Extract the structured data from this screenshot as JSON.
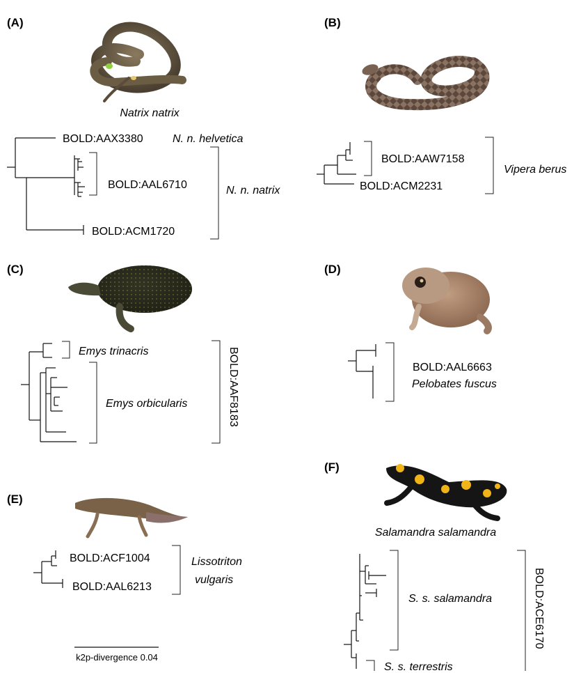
{
  "panels": {
    "A": {
      "label": "(A)",
      "species": "Natrix natrix",
      "otus": [
        "BOLD:AAX3380",
        "BOLD:AAL6710",
        "BOLD:ACM1720"
      ],
      "subspecies": [
        "N. n. helvetica",
        "N. n. natrix"
      ]
    },
    "B": {
      "label": "(B)",
      "otus": [
        "BOLD:AAW7158",
        "BOLD:ACM2231"
      ],
      "species": "Vipera berus"
    },
    "C": {
      "label": "(C)",
      "taxa": [
        "Emys trinacris",
        "Emys orbicularis"
      ],
      "otu": "BOLD:AAF8183"
    },
    "D": {
      "label": "(D)",
      "otu": "BOLD:AAL6663",
      "species": "Pelobates fuscus"
    },
    "E": {
      "label": "(E)",
      "otus": [
        "BOLD:ACF1004",
        "BOLD:AAL6213"
      ],
      "species_line1": "Lissotriton",
      "species_line2": "vulgaris"
    },
    "F": {
      "label": "(F)",
      "species": "Salamandra salamandra",
      "subspecies": [
        "S. s. salamandra",
        "S. s. terrestris"
      ],
      "otu": "BOLD:ACE6170"
    }
  },
  "scale_bar": {
    "label": "k2p-divergence 0.04"
  },
  "icons": [
    "snake-photo",
    "viper-photo",
    "turtle-photo",
    "toad-photo",
    "newt-photo",
    "salamander-photo"
  ]
}
